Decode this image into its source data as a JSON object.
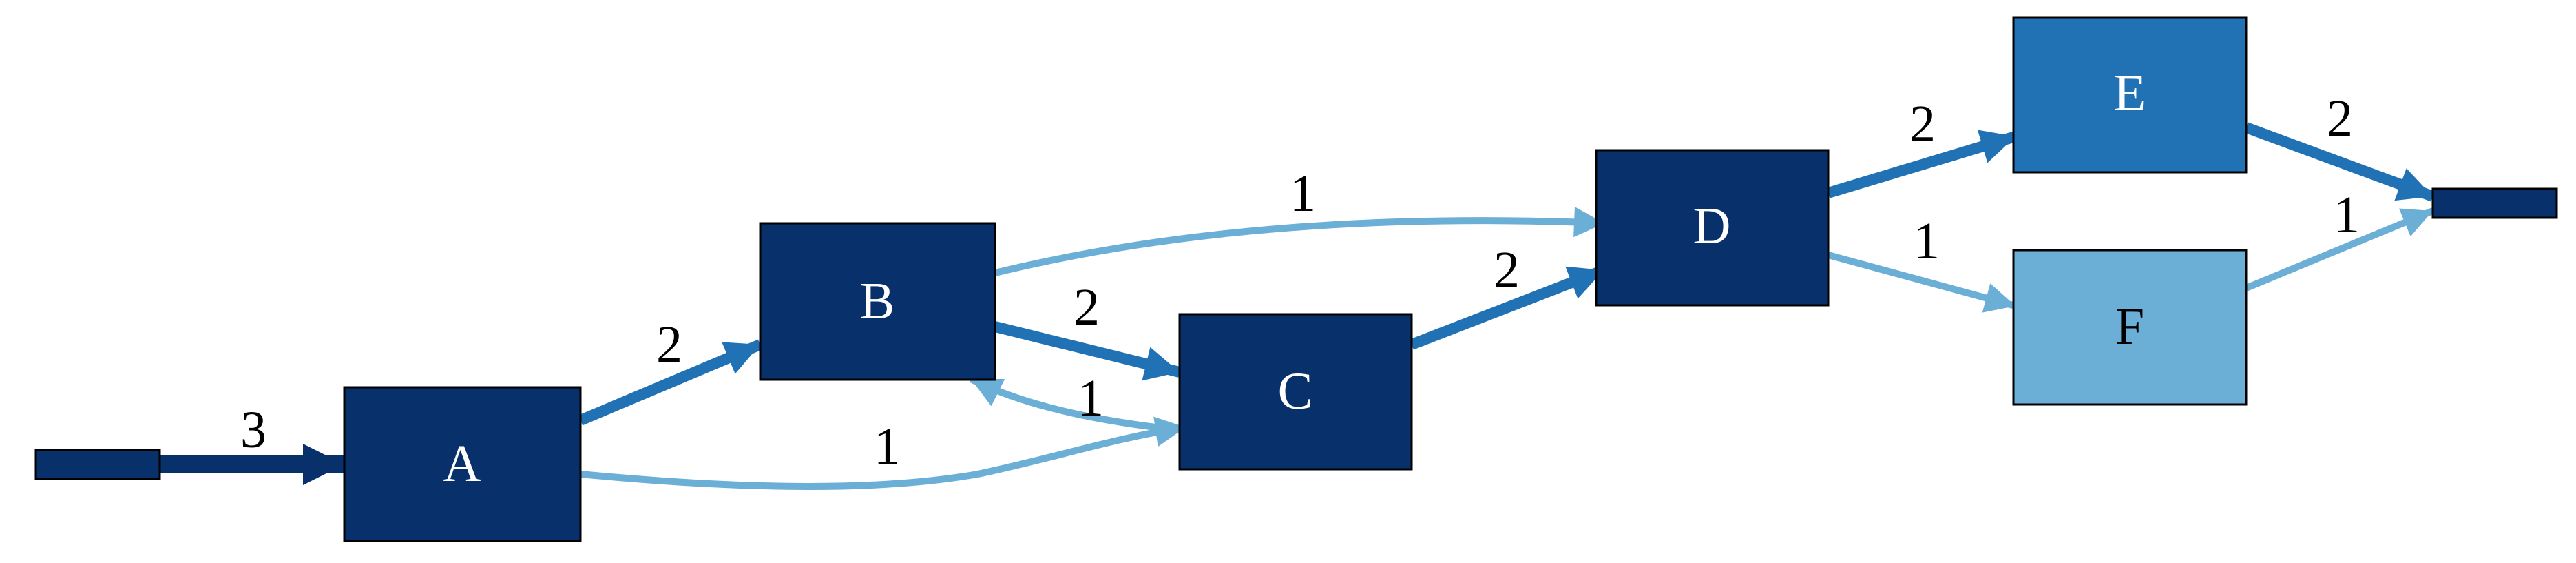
{
  "diagram": {
    "nodes": {
      "source": {
        "label": ""
      },
      "a": {
        "label": "A"
      },
      "b": {
        "label": "B"
      },
      "c": {
        "label": "C"
      },
      "d": {
        "label": "D"
      },
      "e": {
        "label": "E"
      },
      "f": {
        "label": "F"
      },
      "sink": {
        "label": ""
      }
    },
    "edges": {
      "source_a": {
        "from": "source",
        "to": "A",
        "label": "3",
        "color": "#08306b"
      },
      "a_b": {
        "from": "A",
        "to": "B",
        "label": "2",
        "color": "#2171b5"
      },
      "a_c": {
        "from": "A",
        "to": "C",
        "label": "1",
        "color": "#6baed6"
      },
      "b_c": {
        "from": "B",
        "to": "C",
        "label": "2",
        "color": "#2171b5"
      },
      "c_b": {
        "from": "C",
        "to": "B",
        "label": "1",
        "color": "#6baed6"
      },
      "b_d": {
        "from": "B",
        "to": "D",
        "label": "1",
        "color": "#6baed6"
      },
      "c_d": {
        "from": "C",
        "to": "D",
        "label": "2",
        "color": "#2171b5"
      },
      "d_e": {
        "from": "D",
        "to": "E",
        "label": "2",
        "color": "#2171b5"
      },
      "d_f": {
        "from": "D",
        "to": "F",
        "label": "1",
        "color": "#6baed6"
      },
      "e_sink": {
        "from": "E",
        "to": "sink",
        "label": "2",
        "color": "#2171b5"
      },
      "f_sink": {
        "from": "F",
        "to": "sink",
        "label": "1",
        "color": "#6baed6"
      }
    },
    "colors": {
      "dark_node": "#08306b",
      "mid_node": "#2171b5",
      "light_node": "#6baed6",
      "heavy_edge": "#08306b",
      "medium_edge": "#2171b5",
      "light_edge": "#6baed6"
    }
  }
}
